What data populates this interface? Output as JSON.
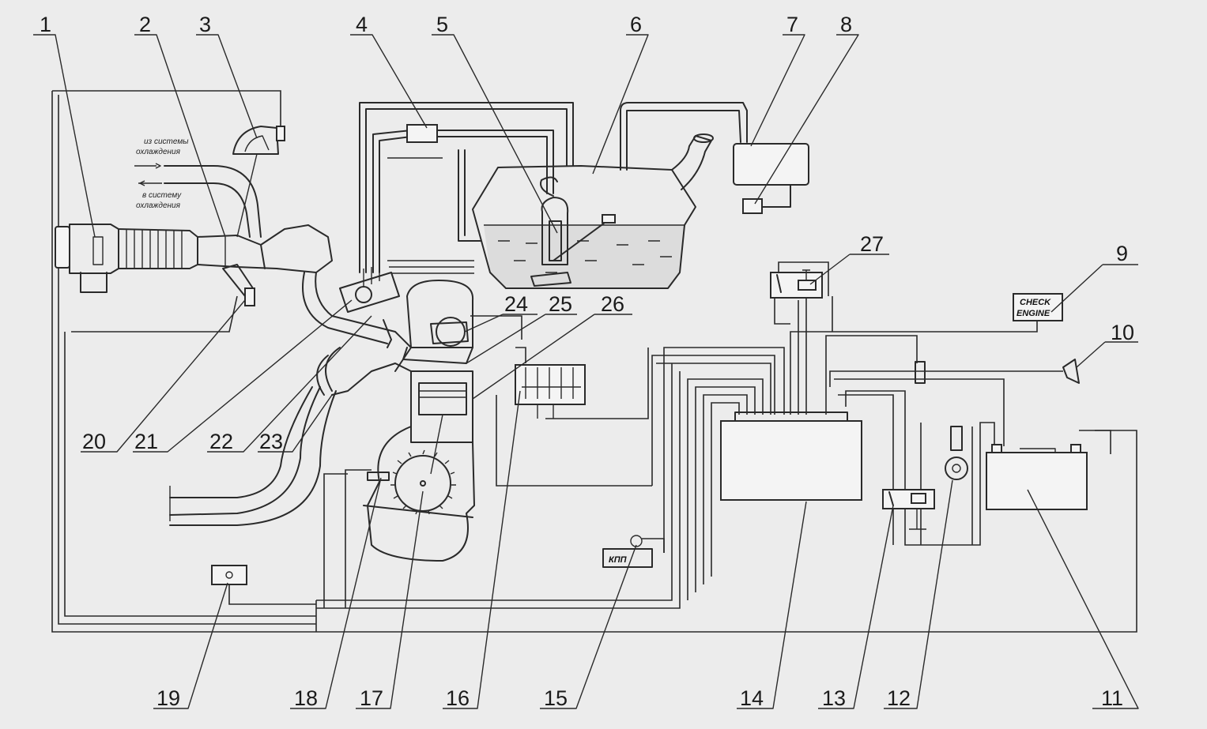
{
  "colors": {
    "background": "#ececec",
    "line": "#2a2a2a",
    "fuel": "#dcdcdc"
  },
  "annotations": {
    "from_cooling_line1": "из системы",
    "from_cooling_line2": "охлаждения",
    "to_cooling_line1": "в систему",
    "to_cooling_line2": "охлаждения",
    "check_engine_line1": "CHECK",
    "check_engine_line2": "ENGINE",
    "gearbox": "КПП"
  },
  "callouts": {
    "n1": "1",
    "n2": "2",
    "n3": "3",
    "n4": "4",
    "n5": "5",
    "n6": "6",
    "n7": "7",
    "n8": "8",
    "n9": "9",
    "n10": "10",
    "n11": "11",
    "n12": "12",
    "n13": "13",
    "n14": "14",
    "n15": "15",
    "n16": "16",
    "n17": "17",
    "n18": "18",
    "n19": "19",
    "n20": "20",
    "n21": "21",
    "n22": "22",
    "n23": "23",
    "n24": "24",
    "n25": "25",
    "n26": "26",
    "n27": "27"
  }
}
